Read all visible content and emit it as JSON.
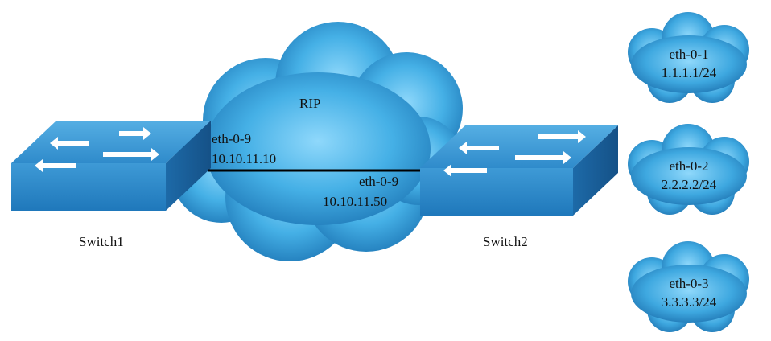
{
  "diagram": {
    "cloud_label": "RIP",
    "switch1": {
      "name": "Switch1",
      "port": "eth-0-9",
      "ip": "10.10.11.10"
    },
    "switch2": {
      "name": "Switch2",
      "port": "eth-0-9",
      "ip": "10.10.11.50"
    },
    "networks": [
      {
        "interface": "eth-0-1",
        "subnet": "1.1.1.1/24"
      },
      {
        "interface": "eth-0-2",
        "subnet": "2.2.2.2/24"
      },
      {
        "interface": "eth-0-3",
        "subnet": "3.3.3.3/24"
      }
    ]
  },
  "colors": {
    "cloud_light": "#7fcff5",
    "cloud_mid": "#3aa6e0",
    "cloud_dark": "#1f79b8",
    "switch_top": "#3d97d3",
    "switch_front": "#2a86c8",
    "switch_side": "#1b5f98",
    "link": "#000000"
  },
  "icons": [
    "cloud-icon",
    "switch-icon",
    "arrow-icon"
  ]
}
